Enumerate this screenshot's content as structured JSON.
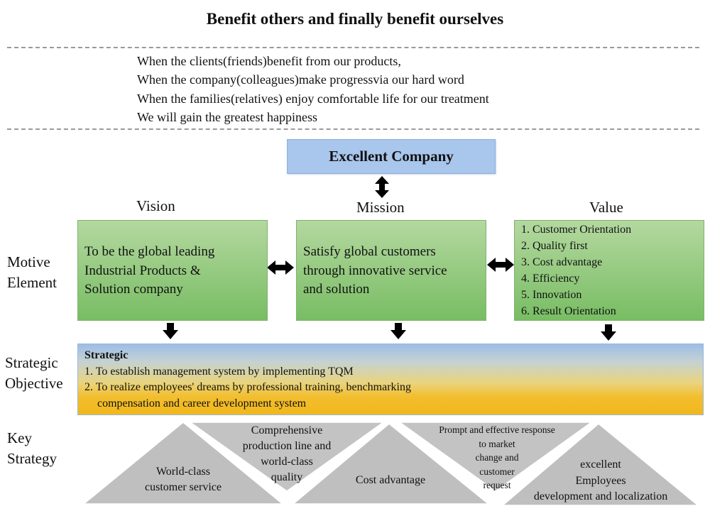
{
  "title": "Benefit others and finally benefit ourselves",
  "intro_lines": [
    "When the clients(friends)benefit from our products,",
    "When the company(colleagues)make progressvia our hard word",
    "When the families(relatives) enjoy comfortable life for our treatment",
    "We will gain the greatest happiness"
  ],
  "top_box": "Excellent Company",
  "columns": {
    "vision": "Vision",
    "mission": "Mission",
    "value": "Value"
  },
  "row_labels": {
    "motive": [
      "Motive",
      "Element"
    ],
    "strategic": [
      "Strategic",
      "Objective"
    ],
    "key": [
      "Key",
      "Strategy"
    ]
  },
  "vision_text": [
    "To be the global leading",
    "Industrial Products &",
    "Solution company"
  ],
  "mission_text": [
    "Satisfy global customers",
    "through innovative service",
    "and solution"
  ],
  "values": [
    "1. Customer Orientation",
    "2. Quality first",
    "3. Cost advantage",
    "4. Efficiency",
    "5. Innovation",
    "6. Result Orientation"
  ],
  "strategic": {
    "heading": "Strategic",
    "lines": [
      "1. To establish management system by implementing TQM",
      "2. To realize employees' dreams by professional training, benchmarking",
      "compensation and career development system"
    ]
  },
  "key_strategies": [
    [
      "World-class",
      "customer service"
    ],
    [
      "Comprehensive",
      "production line and",
      "world-class",
      "quality"
    ],
    [
      "Cost advantage"
    ],
    [
      "Prompt and effective response",
      "to market",
      "change and",
      "customer",
      "request"
    ],
    [
      "excellent",
      "Employees",
      "development and localization"
    ]
  ],
  "colors": {
    "green_top": "#b4d8a0",
    "green_bottom": "#78bd63",
    "blue_box": "#a9c6ec",
    "gold": "#f1b81c",
    "triangle": "#bfbfbf",
    "arrow": "#000000"
  }
}
